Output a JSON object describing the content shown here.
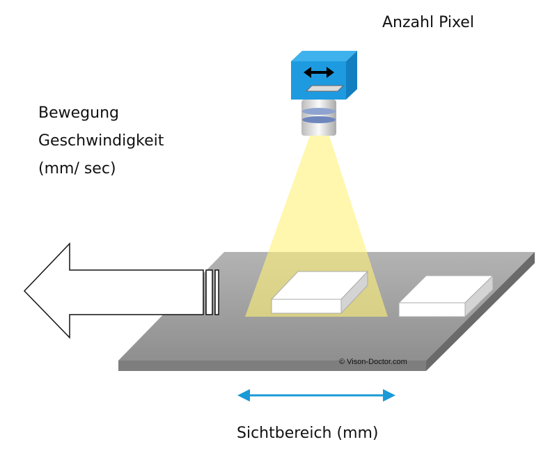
{
  "labels": {
    "pixel_count": "Anzahl Pixel",
    "motion": [
      "Bewegung",
      "Geschwindigkeit",
      "(mm/ sec)"
    ],
    "field_of_view": "Sichtbereich (mm)",
    "copyright": "© Vison-Doctor.com"
  },
  "colors": {
    "camera": "#1e9be0",
    "light": "#fff59a",
    "plate": "#9e9e9e",
    "fov_arrow": "#1a9ad6"
  }
}
